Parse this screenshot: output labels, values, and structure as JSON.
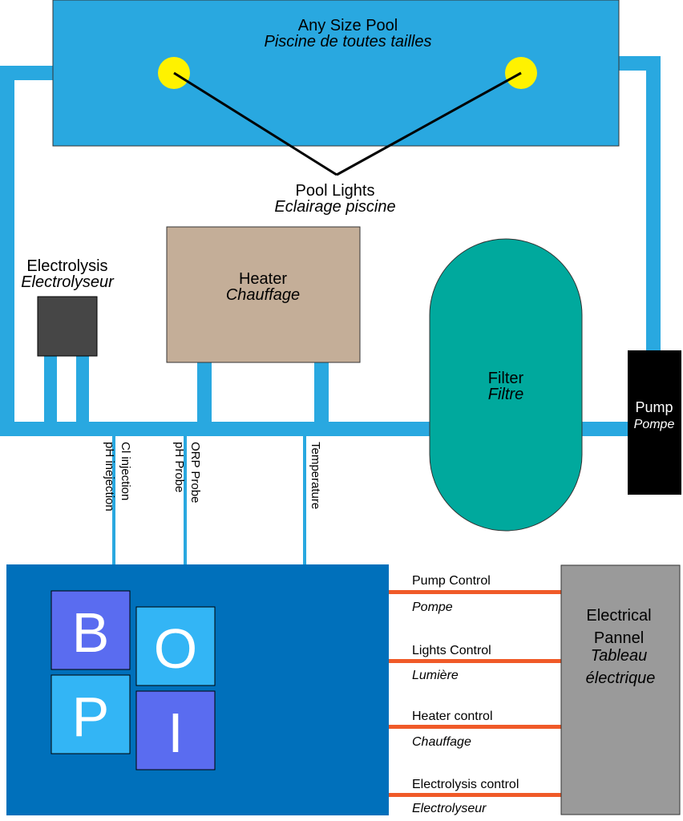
{
  "pool": {
    "title": "Any Size Pool",
    "subtitle": "Piscine de toutes tailles"
  },
  "pool_lights": {
    "title": "Pool Lights",
    "subtitle": "Eclairage piscine"
  },
  "electrolysis": {
    "title": "Electrolysis",
    "subtitle": "Electrolyseur"
  },
  "heater": {
    "title": "Heater",
    "subtitle": "Chauffage"
  },
  "filter": {
    "title": "Filter",
    "subtitle": "Filtre"
  },
  "pump": {
    "title": "Pump",
    "subtitle": "Pompe"
  },
  "probes": {
    "ph_injection": "pH inejection",
    "cl_injection": "Cl injection",
    "ph_probe": "pH Probe",
    "orp_probe": "ORP Probe",
    "temperature": "Temperature"
  },
  "logo": {
    "b": "B",
    "o": "O",
    "p": "P",
    "i": "I"
  },
  "controls": {
    "pump": {
      "label": "Pump Control",
      "sub": "Pompe"
    },
    "lights": {
      "label": "Lights Control",
      "sub": "Lumière"
    },
    "heater": {
      "label": "Heater control",
      "sub": "Chauffage"
    },
    "electrolysis": {
      "label": "Electrolysis control",
      "sub": "Electrolyseur"
    }
  },
  "panel": {
    "line1": "Electrical",
    "line2": "Pannel",
    "line3": "Tableau",
    "line4": "électrique"
  },
  "colors": {
    "pool": "#29a8e0",
    "pipe": "#29a8e0",
    "light": "#fff200",
    "heater": "#c4ae98",
    "filter": "#00a99d",
    "electrolysis": "#464646",
    "pump": "#000000",
    "controller": "#0070bb",
    "logo_dark": "#5a6cf0",
    "logo_light": "#33b5f5",
    "control_wire": "#f05a28",
    "panel": "#9a9a9a"
  }
}
